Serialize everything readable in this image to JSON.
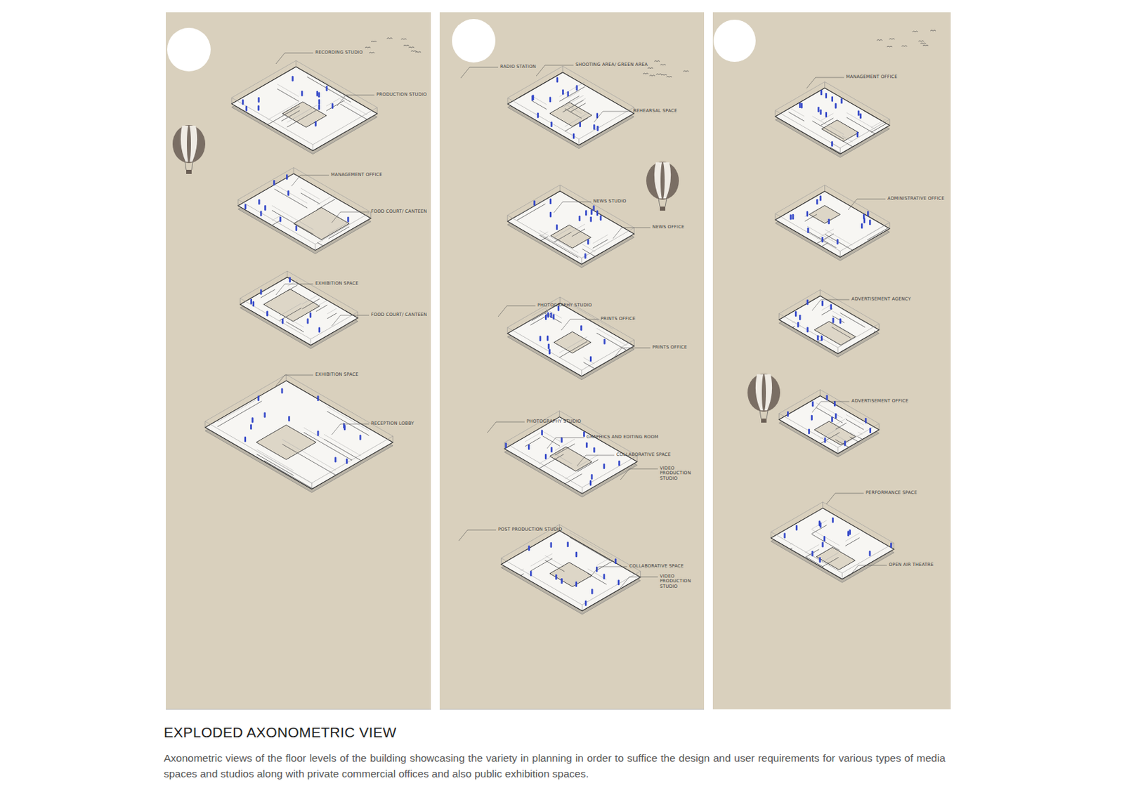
{
  "diagram": {
    "title": "EXPLODED AXONOMETRIC VIEW",
    "caption": "Axonometric views of the floor levels of the building showcasing the variety in planning in order to suffice the design and user requirements for various types of media spaces and studios along with private commercial offices and also public exhibition spaces.",
    "labels": [
      "RECORDING STUDIO",
      "PRODUCTION STUDIO",
      "MANAGEMENT OFFICE",
      "FOOD COURT/ CANTEEN",
      "EXHIBITION SPACE",
      "FOOD COURT/ CANTEEN",
      "EXHIBITION SPACE",
      "RECEPTION LOBBY",
      "RADIO STATION",
      "SHOOTING AREA/ GREEN AREA",
      "REHEARSAL SPACE",
      "NEWS STUDIO",
      "NEWS OFFICE",
      "PHOTOGRAPHY STUDIO",
      "PRINTS OFFICE",
      "PRINTS OFFICE",
      "PHOTOGRAPHY STUDIO",
      "GRAPHICS AND EDITING ROOM",
      "COLLABORATIVE SPACE",
      "VIDEO PRODUCTION STUDIO",
      "POST PRODUCTION STUDIO",
      "COLLABORATIVE SPACE",
      "VIDEO PRODUCTION STUDIO",
      "MANAGEMENT OFFICE",
      "ADMINISTRATIVE OFFICE",
      "ADVERTISEMENT AGENCY",
      "ADVERTISEMENT OFFICE",
      "PERFORMANCE SPACE",
      "OPEN AIR THEATRE"
    ]
  }
}
